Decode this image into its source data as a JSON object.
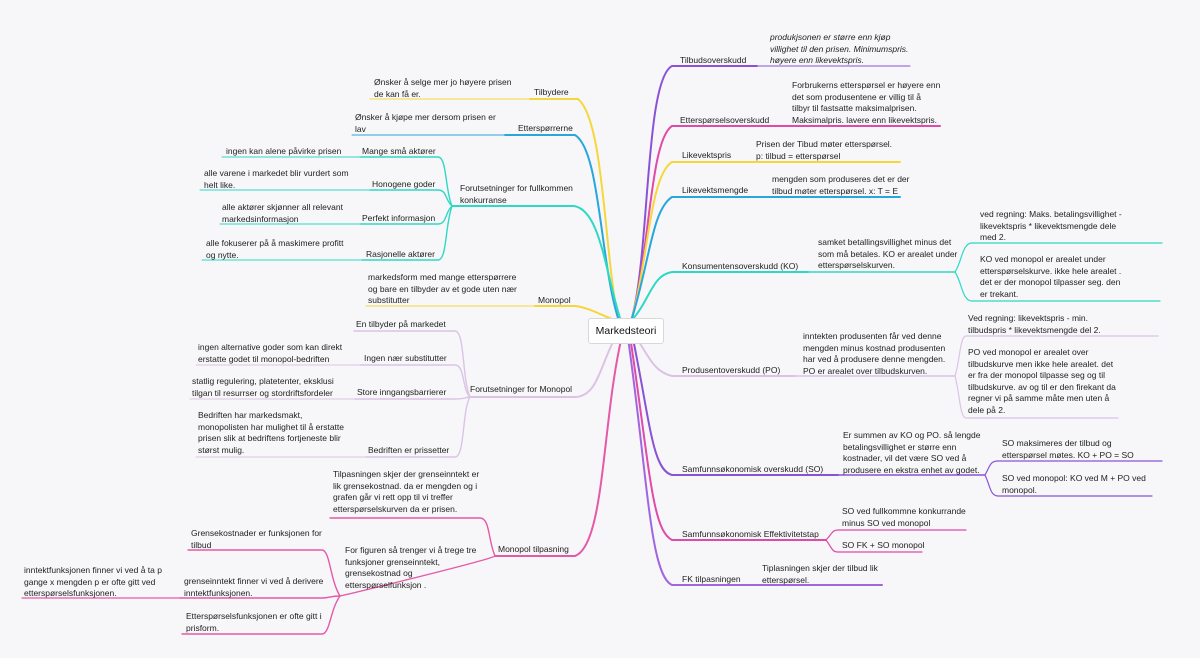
{
  "root": "Markedsteori",
  "left": {
    "tilbydere": {
      "label": "Tilbydere",
      "note": "Ønsker å selge mer jo høyere prisen\nde kan få er."
    },
    "ettersporrerne": {
      "label": "Etterspørrerne",
      "note": "Ønsker å kjøpe mer dersom prisen er\nlav"
    },
    "fullkommen": {
      "label": "Forutsetninger for fullkommen\nkonkurranse",
      "items": [
        {
          "label": "Mange små aktører",
          "note": "ingen kan alene påvirke prisen"
        },
        {
          "label": "Honogene goder",
          "note": "alle varene i markedet blir vurdert som\nhelt like."
        },
        {
          "label": "Perfekt informasjon",
          "note": "alle aktører skjønner all relevant\nmarkedsinformasjon"
        },
        {
          "label": "Rasjonelle aktører",
          "note": "alle fokuserer på å maskimere profitt\nog nytte."
        }
      ]
    },
    "monopol": {
      "label": "Monopol",
      "note": "markedsform med mange etterspørrere\nog bare en tilbyder av et gode uten nær\nsubstitutter"
    },
    "fmonopol": {
      "label": "Forutsetninger for Monopol",
      "items": [
        {
          "label": "En tilbyder på markedet",
          "note": ""
        },
        {
          "label": "Ingen nær substitutter",
          "note": "ingen alternative goder som kan direkt\nerstatte godet til monopol-bedriften"
        },
        {
          "label": "Store inngangsbarrierer",
          "note": "statlig regulering, platetenter, eksklusi\ntilgan til resurrser og stordriftsfordeler"
        },
        {
          "label": "Bedriften er prissetter",
          "note": "Bedriften har markedsmakt,\nmonopolisten har mulighet til å erstatte\nprisen slik at bedriftens fortjeneste blir\nstørst mulig."
        }
      ]
    },
    "mtilpasning": {
      "label": "Monopol tilpasning",
      "note1": "Tilpasningen skjer der grenseinntekt er\nlik grensekostnad. da er mengden og i\ngrafen går vi rett opp til vi treffer\netterspørselskurven da er prisen.",
      "note2": "For figuren så trenger vi å trege tre\nfunksjoner grenseinntekt,\ngrensekostnad og\netterspørselfunksjon .",
      "items": [
        {
          "note": "Grensekostnader er funksjonen for\ntilbud"
        },
        {
          "note": "grenseinntekt finner vi ved å derivere\ninntektfunksjonen.",
          "sub": "inntektfunksjonen finner vi ved å ta p\ngange x mengden p er ofte gitt ved\netterspørselsfunksjonen."
        },
        {
          "note": "Etterspørselsfunksjonen er ofte gitt i\nprisform."
        }
      ]
    }
  },
  "right": {
    "tilbudsoverskudd": {
      "label": "Tilbudsoverskudd",
      "note": "produkjsonen er større enn kjøp\nvillighet til den prisen. Minimumspris.\nhøyere enn likevektspris."
    },
    "ettersporselsoverskudd": {
      "label": "Etterspørselsoverskudd",
      "note": "Forbrukerns etterspørsel er høyere enn\ndet som produsentene er villig til å\ntilbyr til fastsatte maksimalprisen.\nMaksimalpris. lavere enn likevektspris."
    },
    "likevektspris": {
      "label": "Likevektspris",
      "note": "Prisen der Tibud møter etterspørsel.\np: tilbud = etterspørsel"
    },
    "likevektsmengde": {
      "label": "Likevektsmengde",
      "note": "mengden som produseres det er der\ntilbud møter etterspørsel. x: T = E"
    },
    "ko": {
      "label": "Konsumentensoverskudd (KO)",
      "note": "samket betallingsvillighet minus det\nsom må betales. KO er arealet under\netterspørselskurven.",
      "sub1": "ved regning: Maks. betalingsvillighet -\nlikevektspris * likevektsmengde dele\nmed 2.",
      "sub2": "KO ved monopol er arealet under\netterspørselskurve. ikke hele arealet .\ndet er der monopol tilpasser seg. den\ner trekant."
    },
    "po": {
      "label": "Produsentoverskudd (PO)",
      "note": "inntekten produsenten får ved denne\nmengden minus kostnad produsenten\nhar ved å produsere denne mengden.\nPO er arealet over tilbudskurven.",
      "sub1": "Ved regning: likevektspris - min.\ntilbudspris * likevektsmengde del 2.",
      "sub2": "PO ved monopol er arealet over\ntilbudskurve men ikke hele arealet. det\ner fra der monopol tilpasse seg og til\ntilbudskurve. av og til er den firekant da\nregner vi på samme måte men uten å\ndele på 2."
    },
    "so": {
      "label": "Samfunnsøkonomisk overskudd (SO)",
      "note": "Er summen av KO og PO. så lengde\nbetalingsvillighet er større enn\nkostnader, vil det være SO ved å\nprodusere en ekstra enhet av godet.",
      "sub1": "SO maksimeres der tilbud og\netterspørsel møtes. KO + PO = SO",
      "sub2": "SO ved monopol: KO ved M + PO ved\nmonopol."
    },
    "eff": {
      "label": "Samfunnsøkonomisk Effektivitetstap",
      "note1": "SO ved fullkommne konkurrande\nminus SO ved monopol",
      "note2": "SO FK + SO monopol"
    },
    "fk": {
      "label": "FK tilpasningen",
      "note": "Tiplasningen skjer der tilbud lik\netterspørsel."
    }
  },
  "colors": {
    "yellow": "#f5d73b",
    "blue": "#29a6de",
    "teal": "#2dd9c4",
    "lilac": "#dcc3e6",
    "pink": "#e55aa6",
    "purple": "#8a53d6",
    "magenta": "#e04aa8",
    "violet": "#a066e0"
  }
}
